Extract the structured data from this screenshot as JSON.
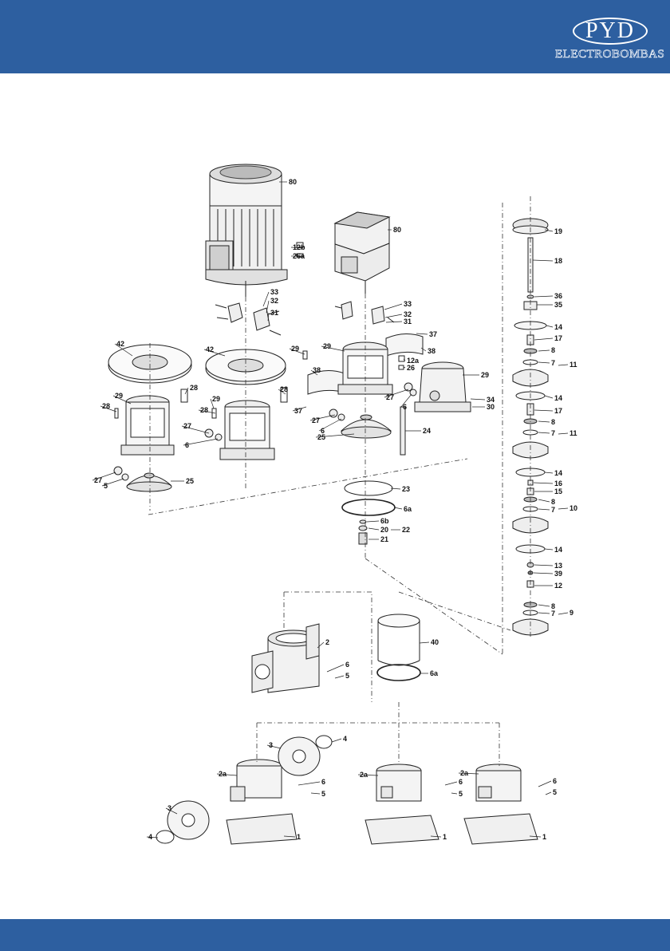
{
  "header": {
    "brand": "PYD",
    "brand_subtitle": "ELECTROBOMBAS",
    "bar_color": "#2d5fa0"
  },
  "diagram": {
    "part_labels": [
      "80",
      "80",
      "12b",
      "26a",
      "33",
      "32",
      "31",
      "33",
      "32",
      "31",
      "37",
      "38",
      "42",
      "42",
      "28",
      "28",
      "28",
      "28",
      "29",
      "29",
      "29",
      "29",
      "29",
      "38",
      "37",
      "12a",
      "26",
      "27",
      "27",
      "27",
      "27",
      "6",
      "6",
      "6",
      "5",
      "25",
      "25",
      "34",
      "30",
      "24",
      "19",
      "18",
      "36",
      "35",
      "14",
      "17",
      "8",
      "7",
      "11",
      "14",
      "17",
      "8",
      "7",
      "11",
      "14",
      "16",
      "15",
      "8",
      "7",
      "10",
      "14",
      "13",
      "39",
      "12",
      "8",
      "7",
      "9",
      "23",
      "6a",
      "6b",
      "20",
      "22",
      "21",
      "2",
      "6",
      "5",
      "40",
      "6a",
      "3",
      "4",
      "2a",
      "6",
      "5",
      "3",
      "4",
      "1",
      "2a",
      "6",
      "5",
      "1",
      "2a",
      "6",
      "5",
      "1"
    ]
  }
}
